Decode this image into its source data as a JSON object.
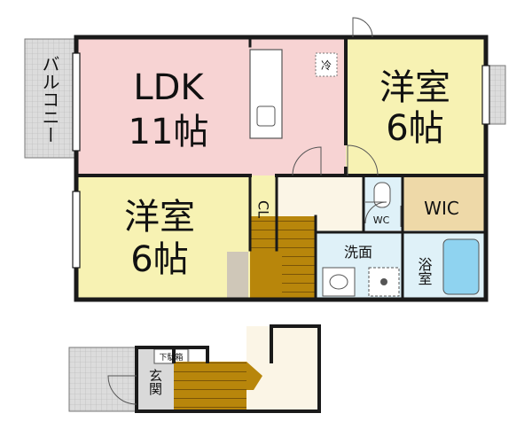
{
  "rooms": {
    "ldk": {
      "name": "LDK",
      "size": "11帖",
      "color": "#f7d3d3"
    },
    "bedroom_east": {
      "name": "洋室",
      "size": "6帖",
      "color": "#f7f2b3"
    },
    "bedroom_west": {
      "name": "洋室",
      "size": "6帖",
      "color": "#f7f2b3"
    },
    "closet": {
      "name": "CL",
      "color": "#f7f2b3"
    },
    "wic": {
      "name": "WIC",
      "color": "#eed9a8"
    },
    "toilet": {
      "name": "WC",
      "color": "#dff1f8"
    },
    "washroom": {
      "name": "洗面",
      "color": "#dff1f8"
    },
    "bathroom": {
      "name": "浴室",
      "color": "#dff1f8"
    },
    "balcony": {
      "name": "バルコニー",
      "color": "#d9d9d9"
    },
    "entrance": {
      "name": "玄関",
      "color": "#d9d9d9"
    },
    "shoe_cabinet": {
      "name": "下駄箱"
    }
  },
  "fixtures": {
    "fridge": {
      "name": "冷"
    }
  },
  "colors": {
    "wall": "#1a1a1a",
    "stairs": "#b8860b",
    "stairs_dark": "#8a6410",
    "corridor": "#fbf5e6",
    "bath_tub": "#8fd3f0"
  }
}
